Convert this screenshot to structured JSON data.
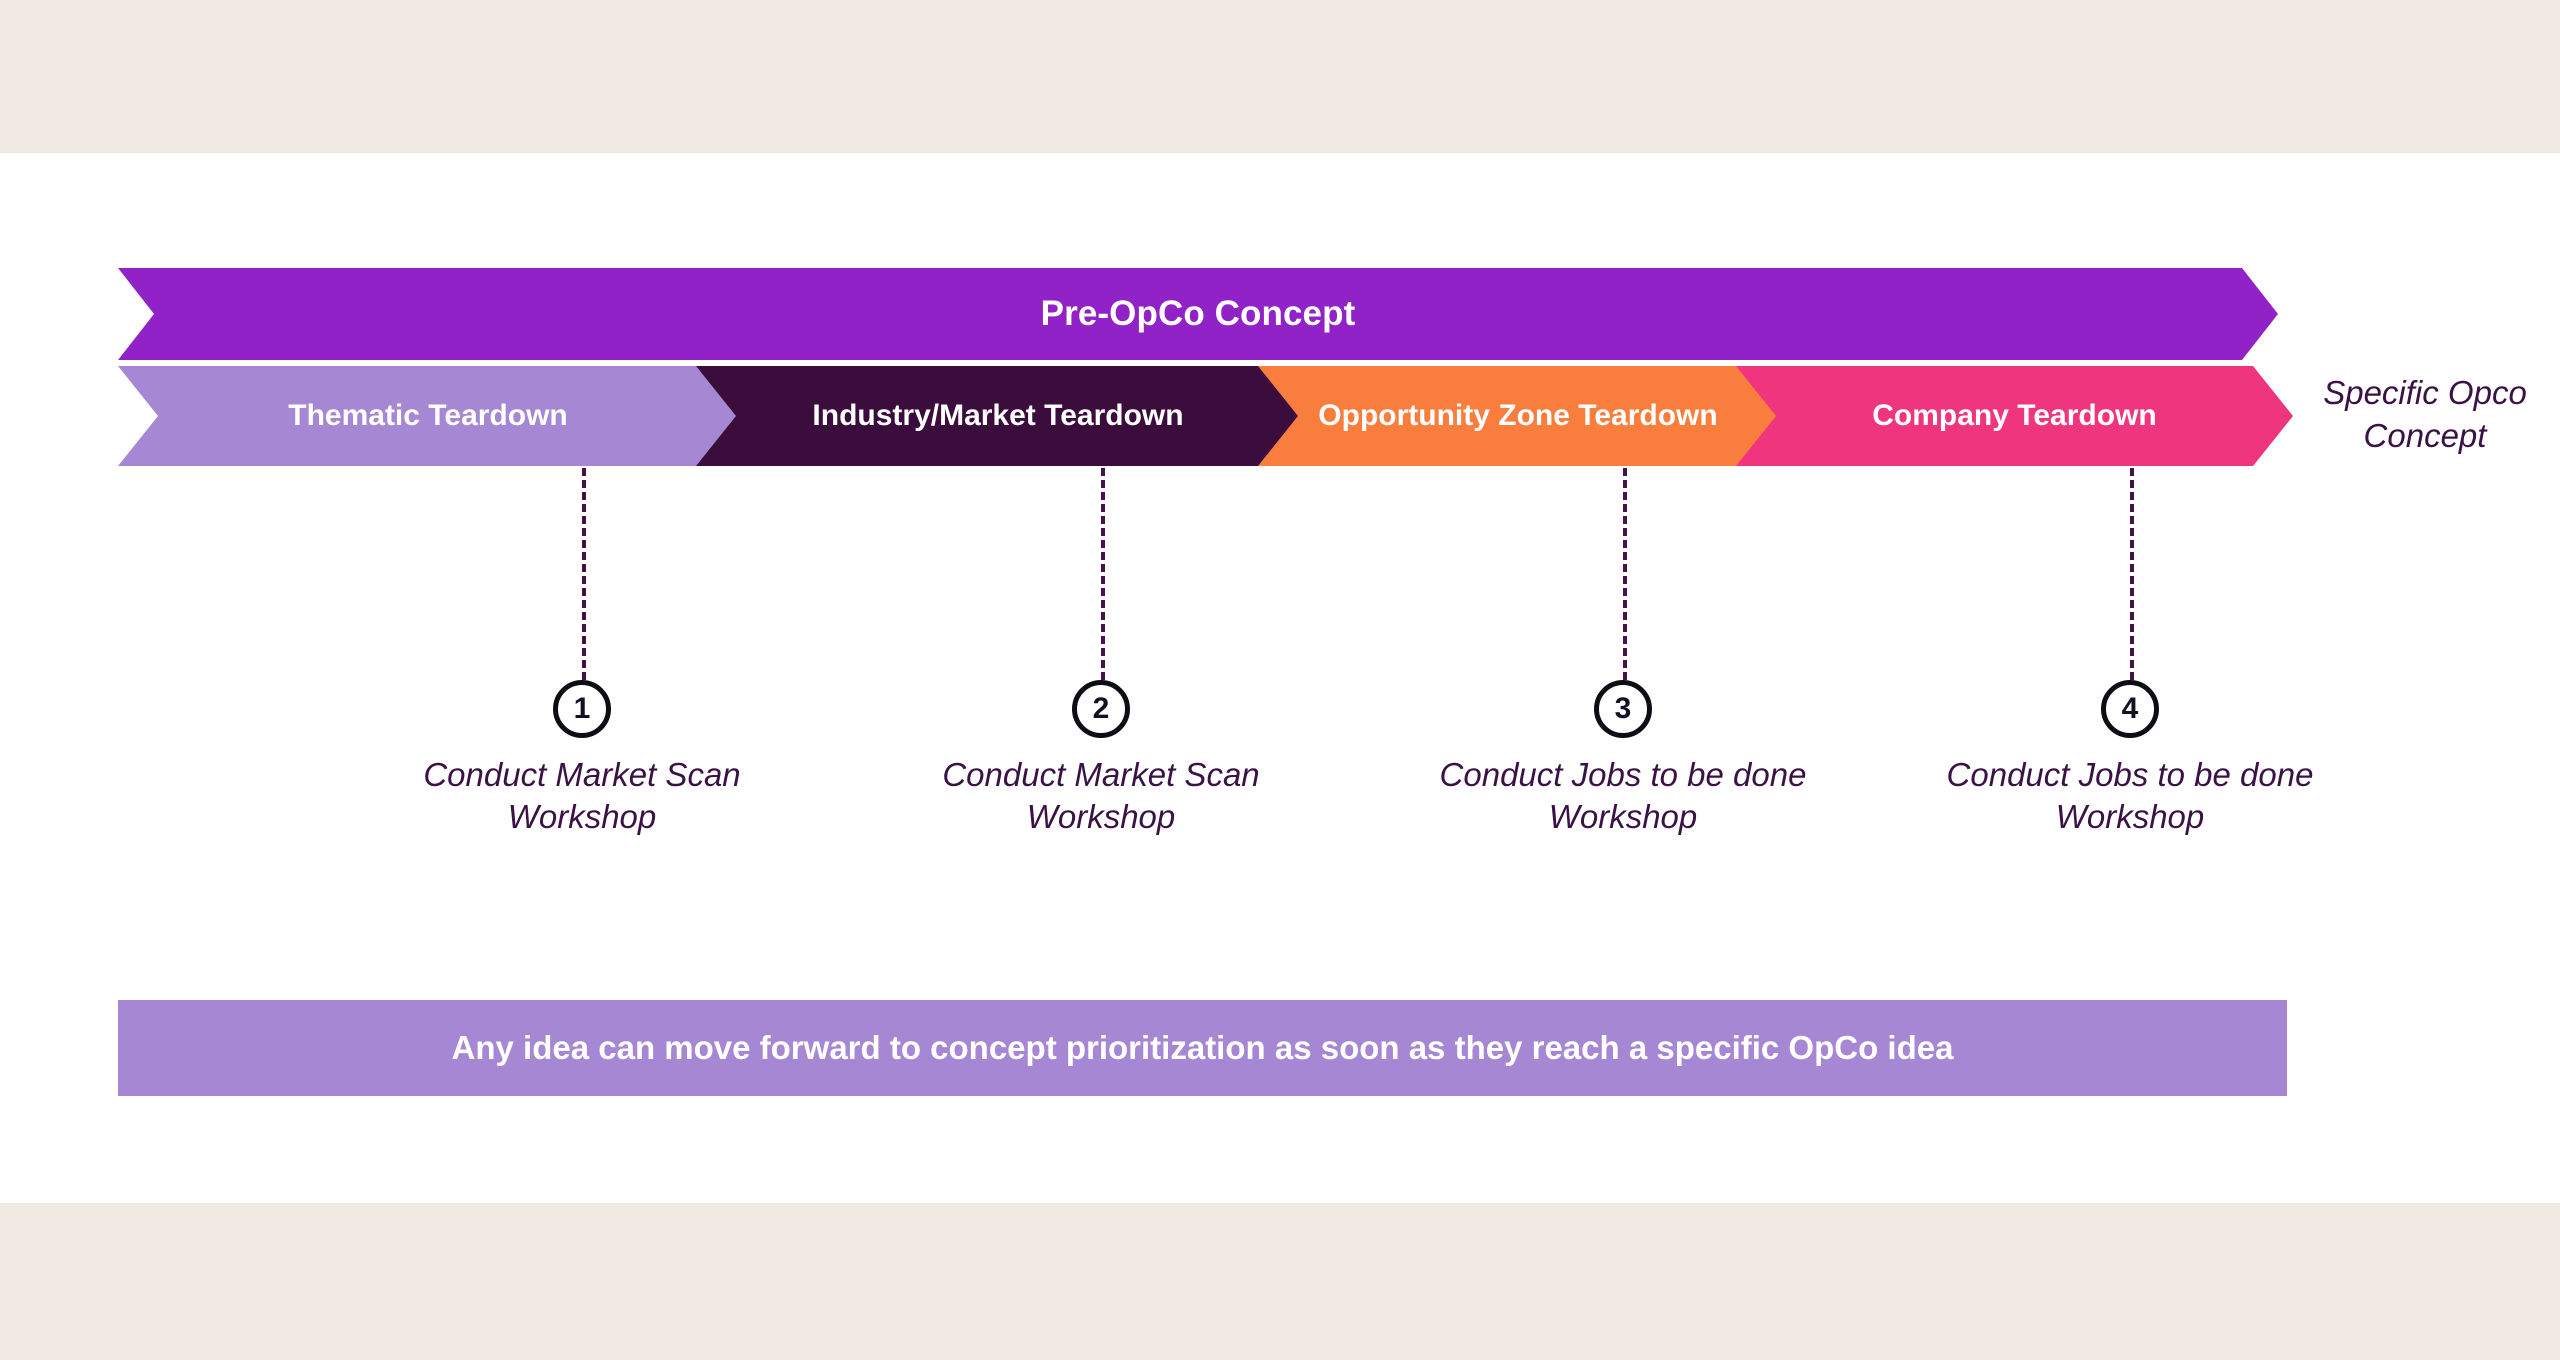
{
  "theme": {
    "band_color": "#F0EAE2",
    "canvas_color": "#FFFFFF",
    "top_bar_color": "#9122C8",
    "text_dark": "#3A1245",
    "connector_color": "#45124A"
  },
  "top_bar": {
    "label": "Pre-OpCo Concept",
    "color": "#9122C8"
  },
  "stages": [
    {
      "label": "Thematic Teardown",
      "color": "#A687D3"
    },
    {
      "label": "Industry/Market Teardown",
      "color": "#3A0D3C"
    },
    {
      "label": "Opportunity Zone Teardown",
      "color": "#F97E3E"
    },
    {
      "label": "Company Teardown",
      "color": "#F0357F"
    }
  ],
  "outcome": {
    "label": "Specific Opco Concept"
  },
  "steps": [
    {
      "number": "1",
      "caption": "Conduct Market Scan Workshop"
    },
    {
      "number": "2",
      "caption": "Conduct Market Scan Workshop"
    },
    {
      "number": "3",
      "caption": "Conduct Jobs to be done Workshop"
    },
    {
      "number": "4",
      "caption": "Conduct Jobs to be done Workshop"
    }
  ],
  "footer": {
    "text": "Any idea can move forward to concept prioritization as soon as they reach a specific OpCo idea",
    "color": "#A687D3"
  }
}
